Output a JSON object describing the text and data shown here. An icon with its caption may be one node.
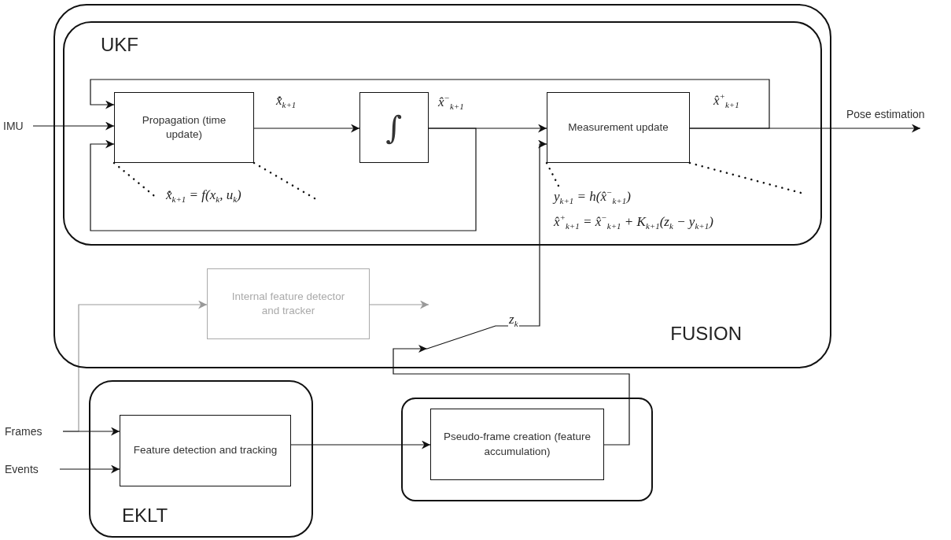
{
  "diagram": {
    "nodes": [
      {
        "text": [
          "FUSION"
        ]
      },
      {
        "text": [
          "UKF"
        ],
        "in": 0
      },
      {
        "text": [
          "Propagation (time update)"
        ],
        "in": 1,
        "beside": [
          "x̂̇$_{k+1}$ = f(x$_{k}$, u$_{k}$)"
        ]
      },
      {
        "text": [
          "∫"
        ],
        "in": 1
      },
      {
        "text": [
          "Measurement update"
        ],
        "in": 1,
        "beside": [
          "y$_{k+1}$ = h(x̂$^{−}$$_{k+1}$)",
          "x̂$^{+}$$_{k+1}$ = x̂$^{−}$$_{k+1}$ + K$_{k+1}$(z$_{k}$ − y$_{k+1}$)"
        ]
      },
      {
        "text": [
          "IMU"
        ]
      },
      {
        "text": [
          "Pose estimation"
        ]
      },
      {
        "text": [
          "Internal feature detector and tracker"
        ],
        "in": 0
      },
      {
        "text": [
          "EKLT"
        ]
      },
      {
        "text": [
          "Feature detection and tracking"
        ],
        "in": 8
      },
      {
        "text": [
          "Frames"
        ]
      },
      {
        "text": [
          "Events"
        ]
      },
      {
        "text": [],
        "shape": "box"
      },
      {
        "text": [
          "Pseudo-frame creation (feature accumulation)"
        ],
        "in": 12
      }
    ],
    "edges": [
      {
        "from": 5,
        "to": 2,
        "arrow": "to"
      },
      {
        "from": 2,
        "to": 3,
        "arrow": "to",
        "label": "x̂̇$_{k+1}$"
      },
      {
        "from": 3,
        "to": 4,
        "arrow": "to",
        "label": "x̂$^{−}$$_{k+1}$"
      },
      {
        "from": 3,
        "to": 2,
        "arrow": "to"
      },
      {
        "from": 4,
        "to": 6,
        "arrow": "to",
        "label": "x̂$^{+}$$_{k+1}$"
      },
      {
        "from": 4,
        "to": 2,
        "arrow": "to"
      },
      {
        "from": 10,
        "to": 7,
        "arrow": "to",
        "color": "#999999"
      },
      {
        "from": 7,
        "to": null,
        "arrow": "to",
        "color": "#999999"
      },
      {
        "from": 10,
        "to": 9,
        "arrow": "to"
      },
      {
        "from": 11,
        "to": 9,
        "arrow": "to"
      },
      {
        "from": 9,
        "to": 13,
        "arrow": "to"
      },
      {
        "from": 13,
        "to": 4,
        "arrow": "to",
        "label": "z$_{k}$"
      },
      {
        "from": 2,
        "to": null,
        "arrow": "none",
        "style": "dashed"
      },
      {
        "from": 2,
        "to": null,
        "arrow": "none",
        "style": "dashed"
      },
      {
        "from": 4,
        "to": null,
        "arrow": "none",
        "style": "dashed"
      },
      {
        "from": 4,
        "to": null,
        "arrow": "none",
        "style": "dashed"
      }
    ]
  }
}
